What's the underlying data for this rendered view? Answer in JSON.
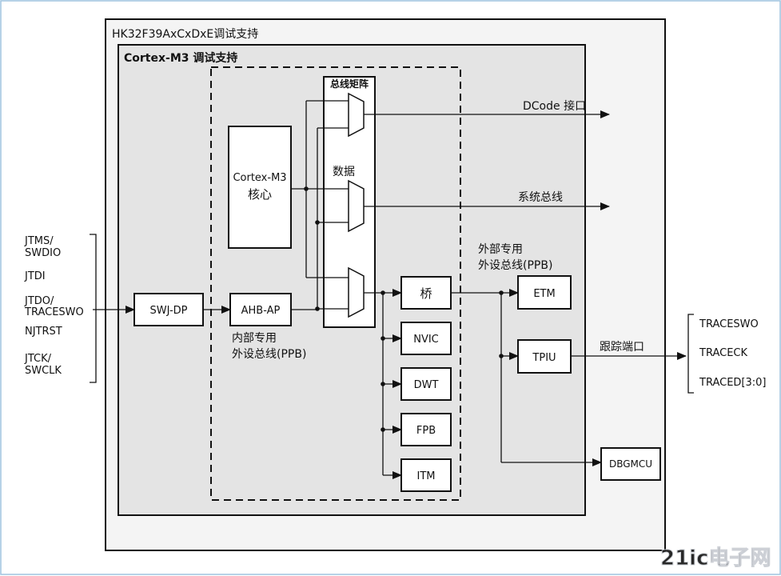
{
  "outer_title": "HK32F39AxCxDxE调试支持",
  "inner_title": "Cortex-M3 调试支持",
  "core": {
    "line1": "Cortex-M3",
    "line2": "核心"
  },
  "bus_matrix": {
    "title": "总线矩阵",
    "data_label": "数据"
  },
  "swj_dp": "SWJ-DP",
  "ahb_ap": "AHB-AP",
  "internal_ppb": {
    "line1": "内部专用",
    "line2": "外设总线(PPB)"
  },
  "bridge": "桥",
  "nvic": "NVIC",
  "dwt": "DWT",
  "fpb": "FPB",
  "itm": "ITM",
  "external_ppb": {
    "line1": "外部专用",
    "line2": "外设总线(PPB)"
  },
  "etm": "ETM",
  "tpiu": "TPIU",
  "dbgmcu": "DBGMCU",
  "dcode_label": "DCode 接口",
  "system_bus_label": "系统总线",
  "trace_port_label": "跟踪端口",
  "left_pins": [
    "JTMS/",
    "SWDIO",
    "JTDI",
    "JTDO/",
    "TRACESWO",
    "NJTRST",
    "JTCK/",
    "SWCLK"
  ],
  "right_pins": [
    "TRACESWO",
    "TRACECK",
    "TRACED[3:0]"
  ],
  "watermark": "21ic电子网",
  "colors": {
    "outer_bg": "#f4f4f4",
    "inner_bg": "#e4e4e4",
    "block_bg": "#ffffff",
    "frame_border": "#9ec3df",
    "line": "#111111"
  }
}
